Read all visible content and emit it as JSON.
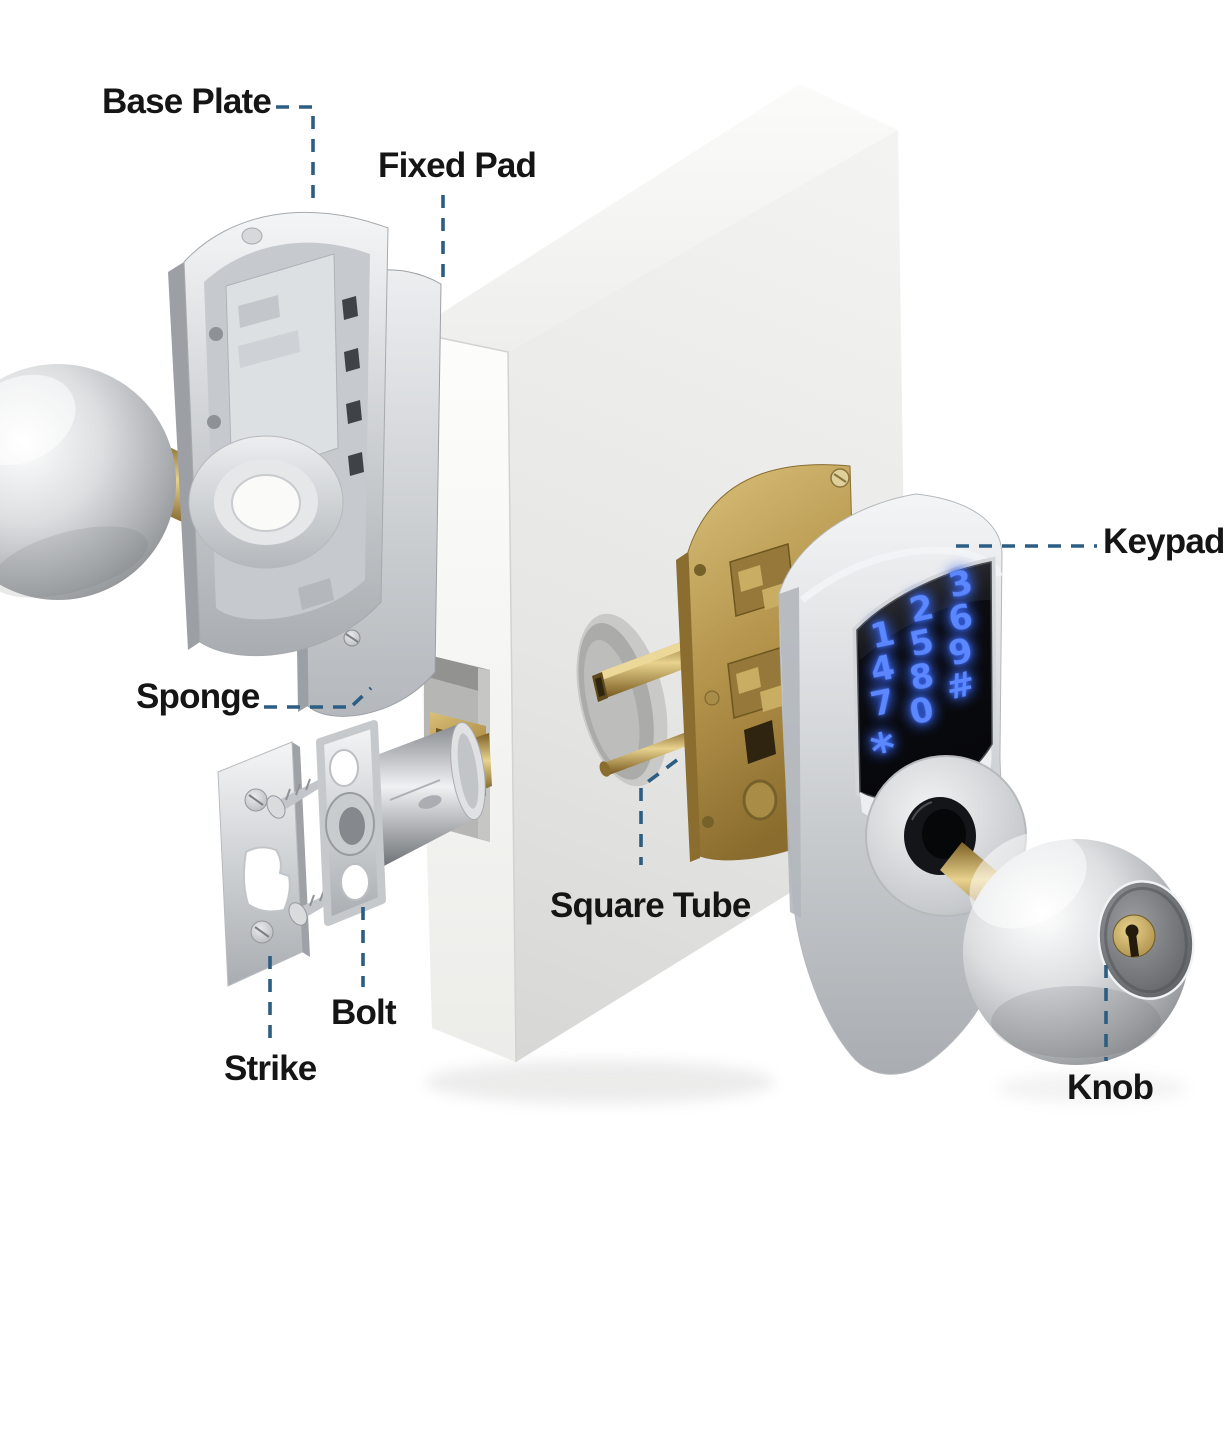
{
  "meta": {
    "type": "product-exploded-diagram",
    "subject": "smart keypad door lock parts"
  },
  "style": {
    "background": "#ffffff",
    "label_color": "#151515",
    "leader_color": "#2c5d82"
  },
  "parts": [
    {
      "id": "base-plate",
      "label": "Base Plate"
    },
    {
      "id": "fixed-pad",
      "label": "Fixed Pad"
    },
    {
      "id": "sponge",
      "label": "Sponge"
    },
    {
      "id": "square-tube",
      "label": "Square Tube"
    },
    {
      "id": "keypad",
      "label": "Keypad"
    },
    {
      "id": "bolt",
      "label": "Bolt"
    },
    {
      "id": "strike",
      "label": "Strike"
    },
    {
      "id": "knob",
      "label": "Knob"
    }
  ],
  "keypad_screen": {
    "digit_color": "#5b87ff",
    "keys": [
      "1",
      "4",
      "7",
      "*",
      "2",
      "5",
      "8",
      "0",
      "3",
      "6",
      "9",
      "#"
    ]
  },
  "materials": {
    "chrome_light": "#f4f5f6",
    "chrome_mid": "#c6c9cc",
    "chrome_dark": "#8f9296",
    "brass_light": "#e8d28e",
    "brass_mid": "#b3924a",
    "brass_dark": "#7c5f24",
    "door_white": "#efefed",
    "screen_black": "#0b0c10"
  }
}
